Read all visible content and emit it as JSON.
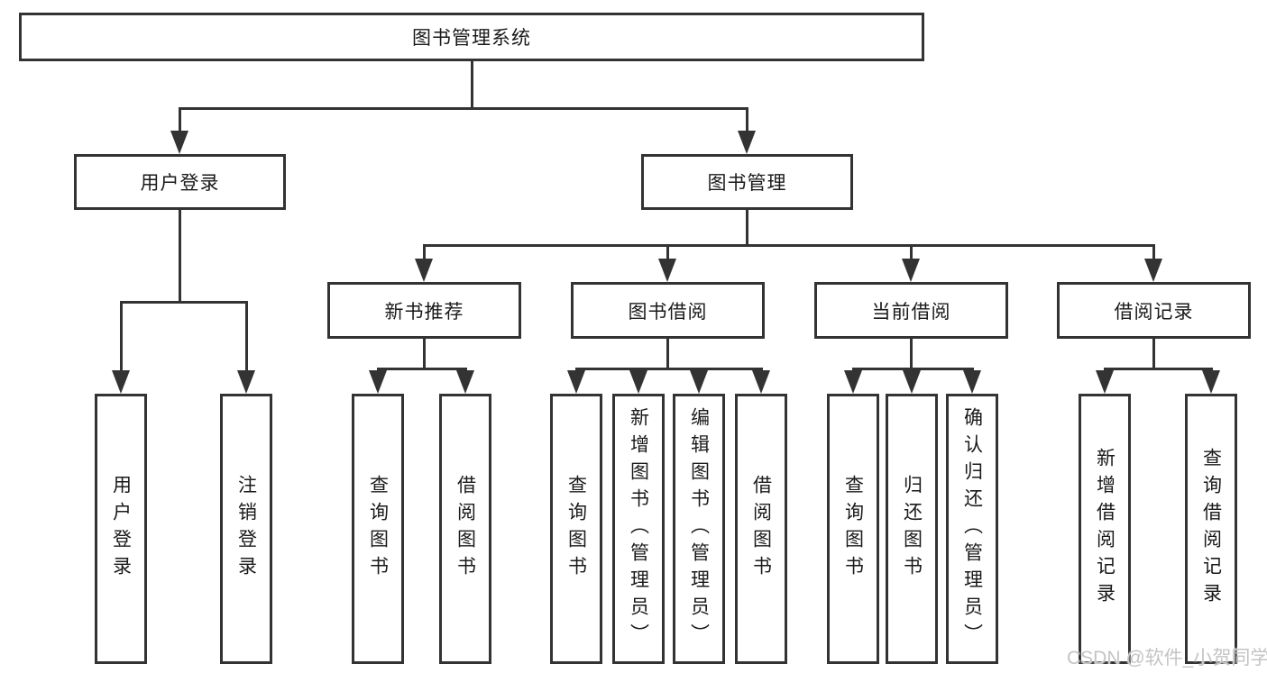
{
  "diagram_title": "图书管理系统",
  "tree": {
    "root": {
      "label": "图书管理系统",
      "children": [
        {
          "label": "用户登录",
          "children": [
            {
              "label": "用户登录"
            },
            {
              "label": "注销登录"
            }
          ]
        },
        {
          "label": "图书管理",
          "children": [
            {
              "label": "新书推荐",
              "children": [
                {
                  "label": "查询图书"
                },
                {
                  "label": "借阅图书"
                }
              ]
            },
            {
              "label": "图书借阅",
              "children": [
                {
                  "label": "查询图书"
                },
                {
                  "label": "新增图书（管理员）"
                },
                {
                  "label": "编辑图书（管理员）"
                },
                {
                  "label": "借阅图书"
                }
              ]
            },
            {
              "label": "当前借阅",
              "children": [
                {
                  "label": "查询图书"
                },
                {
                  "label": "归还图书"
                },
                {
                  "label": "确认归还（管理员）"
                }
              ]
            },
            {
              "label": "借阅记录",
              "children": [
                {
                  "label": "新增借阅记录"
                },
                {
                  "label": "查询借阅记录"
                }
              ]
            }
          ]
        }
      ]
    }
  },
  "watermark": {
    "text": "CSDN @软件_小贺同学",
    "color": "#c4c4c4"
  },
  "colors": {
    "line": "#333333",
    "box_border": "#333333",
    "text": "#1a1a1a",
    "background": "#ffffff"
  }
}
